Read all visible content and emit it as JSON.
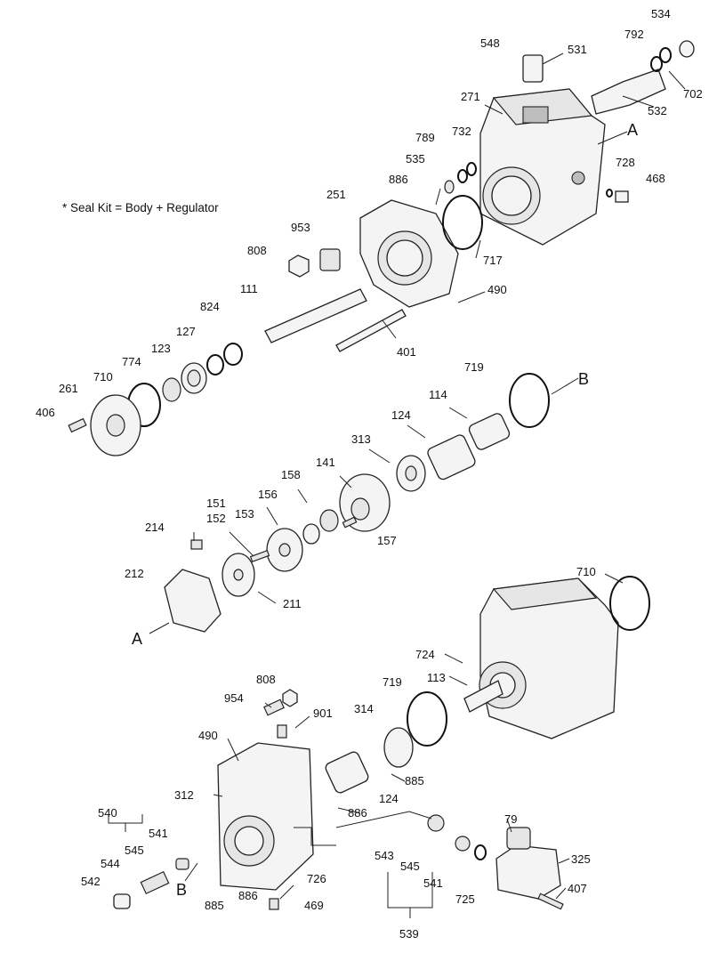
{
  "note": "* Seal Kit = Body + Regulator",
  "labels": {
    "p534": "534",
    "p548": "548",
    "p531": "531",
    "p792": "792",
    "p702": "702",
    "p271": "271",
    "p532": "532",
    "pA1": "A",
    "p789": "789",
    "p732": "732",
    "p535": "535",
    "p728": "728",
    "p468": "468",
    "p886a": "886",
    "p251": "251",
    "p953": "953",
    "p808a": "808",
    "p717": "717",
    "p490a": "490",
    "p111": "111",
    "p401": "401",
    "p824": "824",
    "p127": "127",
    "p123": "123",
    "p774": "774",
    "p710a": "710",
    "p261": "261",
    "p406": "406",
    "p719a": "719",
    "pB1": "B",
    "p114": "114",
    "p124a": "124",
    "p313": "313",
    "p141": "141",
    "p158": "158",
    "p156": "156",
    "p157": "157",
    "p151": "151",
    "p152": "152",
    "p153": "153",
    "p214": "214",
    "p212": "212",
    "p211": "211",
    "pA2": "A",
    "p710b": "710",
    "p724": "724",
    "p113": "113",
    "p719b": "719",
    "p808b": "808",
    "p954": "954",
    "p901": "901",
    "p490b": "490",
    "p314": "314",
    "p312": "312",
    "p885a": "885",
    "p124b": "124",
    "p886b": "886",
    "p540": "540",
    "p541a": "541",
    "p545a": "545",
    "p544": "544",
    "p542": "542",
    "pB2": "B",
    "p885b": "885",
    "p886c": "886",
    "p726": "726",
    "p469": "469",
    "p79": "79",
    "p325": "325",
    "p543": "543",
    "p545b": "545",
    "p541b": "541",
    "p725": "725",
    "p407": "407",
    "p539": "539"
  }
}
